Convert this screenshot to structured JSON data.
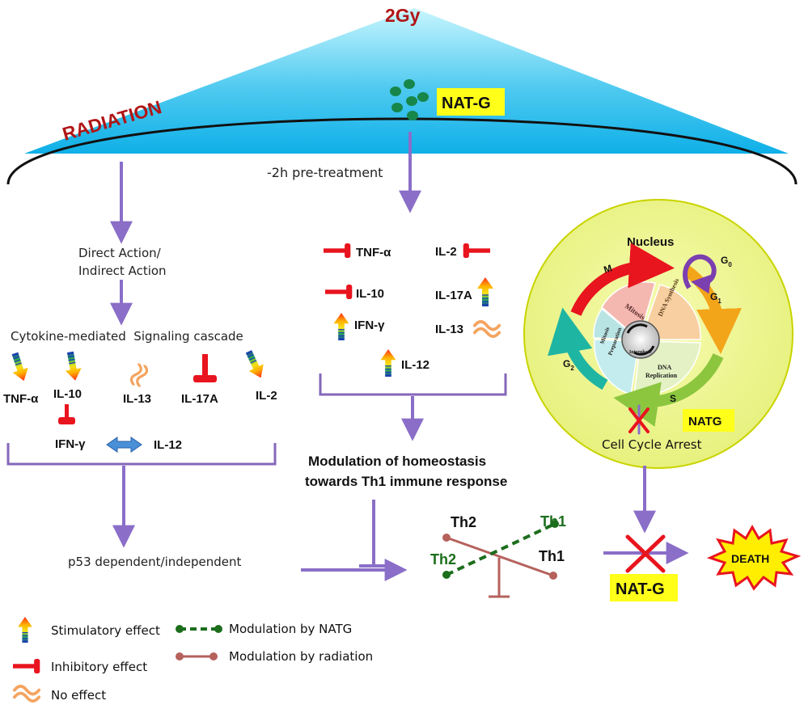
{
  "top": {
    "dose": "2Gy",
    "radiation_label": "RADIATION",
    "drug_label": "NAT-G",
    "pretreatment": "-2h pre-treatment"
  },
  "colors": {
    "dose_red": "#b01515",
    "arrow_purple": "#8a6ec8",
    "bracket_purple": "#8567b9",
    "inhibit_red": "#e8141e",
    "no_effect_orange": "#f4a460",
    "natg_green": "#1c6e1c",
    "radiation_brown": "#b5615c",
    "drug_yellow": "#ffff1a",
    "nucleus_fill": "#eef58c"
  },
  "left": {
    "action": [
      "Direct Action/",
      "Indirect Action"
    ],
    "cascade": "Cytokine-mediated  Signaling cascade",
    "cytokines": [
      {
        "name": "TNF-α",
        "effect": "stimulatory-down"
      },
      {
        "name": "IL-10",
        "effect": "stimulatory-down"
      },
      {
        "name": "IL-13",
        "effect": "no-effect"
      },
      {
        "name": "IL-17A",
        "effect": "inhibitory"
      },
      {
        "name": "IL-2",
        "effect": "stimulatory-down"
      }
    ],
    "ifn": "IFN-γ",
    "il12": "IL-12",
    "outcome": "p53 dependent/independent"
  },
  "middle": {
    "cytokines": [
      {
        "name": "TNF-α",
        "effect": "inhibitory"
      },
      {
        "name": "IL-2",
        "effect": "inhibitory"
      },
      {
        "name": "IL-10",
        "effect": "inhibitory"
      },
      {
        "name": "IL-17A",
        "effect": "stimulatory"
      },
      {
        "name": "IFN-γ",
        "effect": "stimulatory"
      },
      {
        "name": "IL-13",
        "effect": "no-effect"
      },
      {
        "name": "IL-12",
        "effect": "stimulatory"
      }
    ],
    "modulation": [
      "Modulation of homeostasis",
      "towards Th1 immune response"
    ]
  },
  "seesaw": {
    "th2_top": "Th2",
    "th1_top": "Th1",
    "th2_bottom": "Th2",
    "th1_bottom": "Th1"
  },
  "nucleus": {
    "title": "Nucleus",
    "phases": {
      "mitosis": "Mitosis",
      "dna_synthesis": "DNA Synthesis",
      "dna_replication": [
        "DNA",
        "Replication"
      ],
      "mitosis_preparation": [
        "Mitosis",
        "Preparation"
      ],
      "interphase": "Interphase"
    },
    "labels": {
      "m": "M",
      "g0": "G",
      "g0_sub": "0",
      "g1": "G",
      "g1_sub": "1",
      "g2": "G",
      "g2_sub": "2",
      "s": "S"
    },
    "natg": "NATG",
    "arrest": "Cell Cycle Arrest"
  },
  "right": {
    "drug": "NAT-G",
    "death": "DEATH"
  },
  "legend": {
    "stimulatory": "Stimulatory effect",
    "inhibitory": "Inhibitory effect",
    "no_effect": "No effect",
    "by_natg": "Modulation by NATG",
    "by_radiation": "Modulation by radiation"
  }
}
